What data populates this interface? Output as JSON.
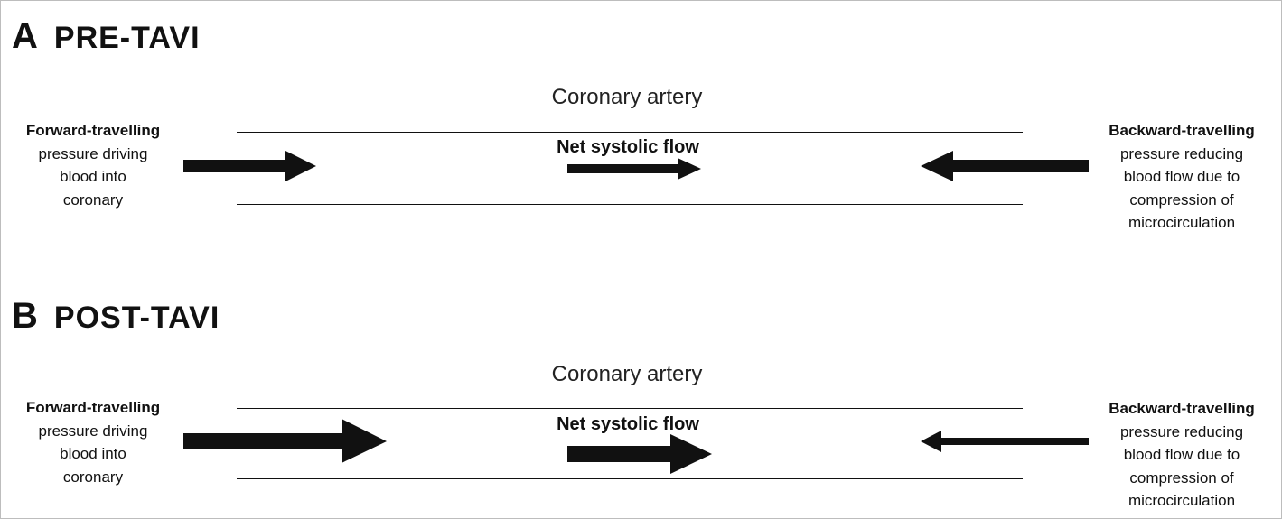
{
  "panels": [
    {
      "letter": "A",
      "title": "PRE-TAVI",
      "vessel_label": "Coronary artery",
      "net_flow_label": "Net systolic flow",
      "left_label": [
        "Forward-travelling",
        "pressure driving",
        "blood into",
        "coronary"
      ],
      "right_label": [
        "Backward-travelling",
        "pressure reducing",
        "blood flow due to",
        "compression of",
        "microcirculation"
      ]
    },
    {
      "letter": "B",
      "title": "POST-TAVI",
      "vessel_label": "Coronary artery",
      "net_flow_label": "Net systolic flow",
      "left_label": [
        "Forward-travelling",
        "pressure driving",
        "blood into",
        "coronary"
      ],
      "right_label": [
        "Backward-travelling",
        "pressure reducing",
        "blood flow due to",
        "compression of",
        "microcirculation"
      ]
    }
  ],
  "colors": {
    "ink": "#111111",
    "frame": "#bdbdbd",
    "background": "#ffffff"
  }
}
